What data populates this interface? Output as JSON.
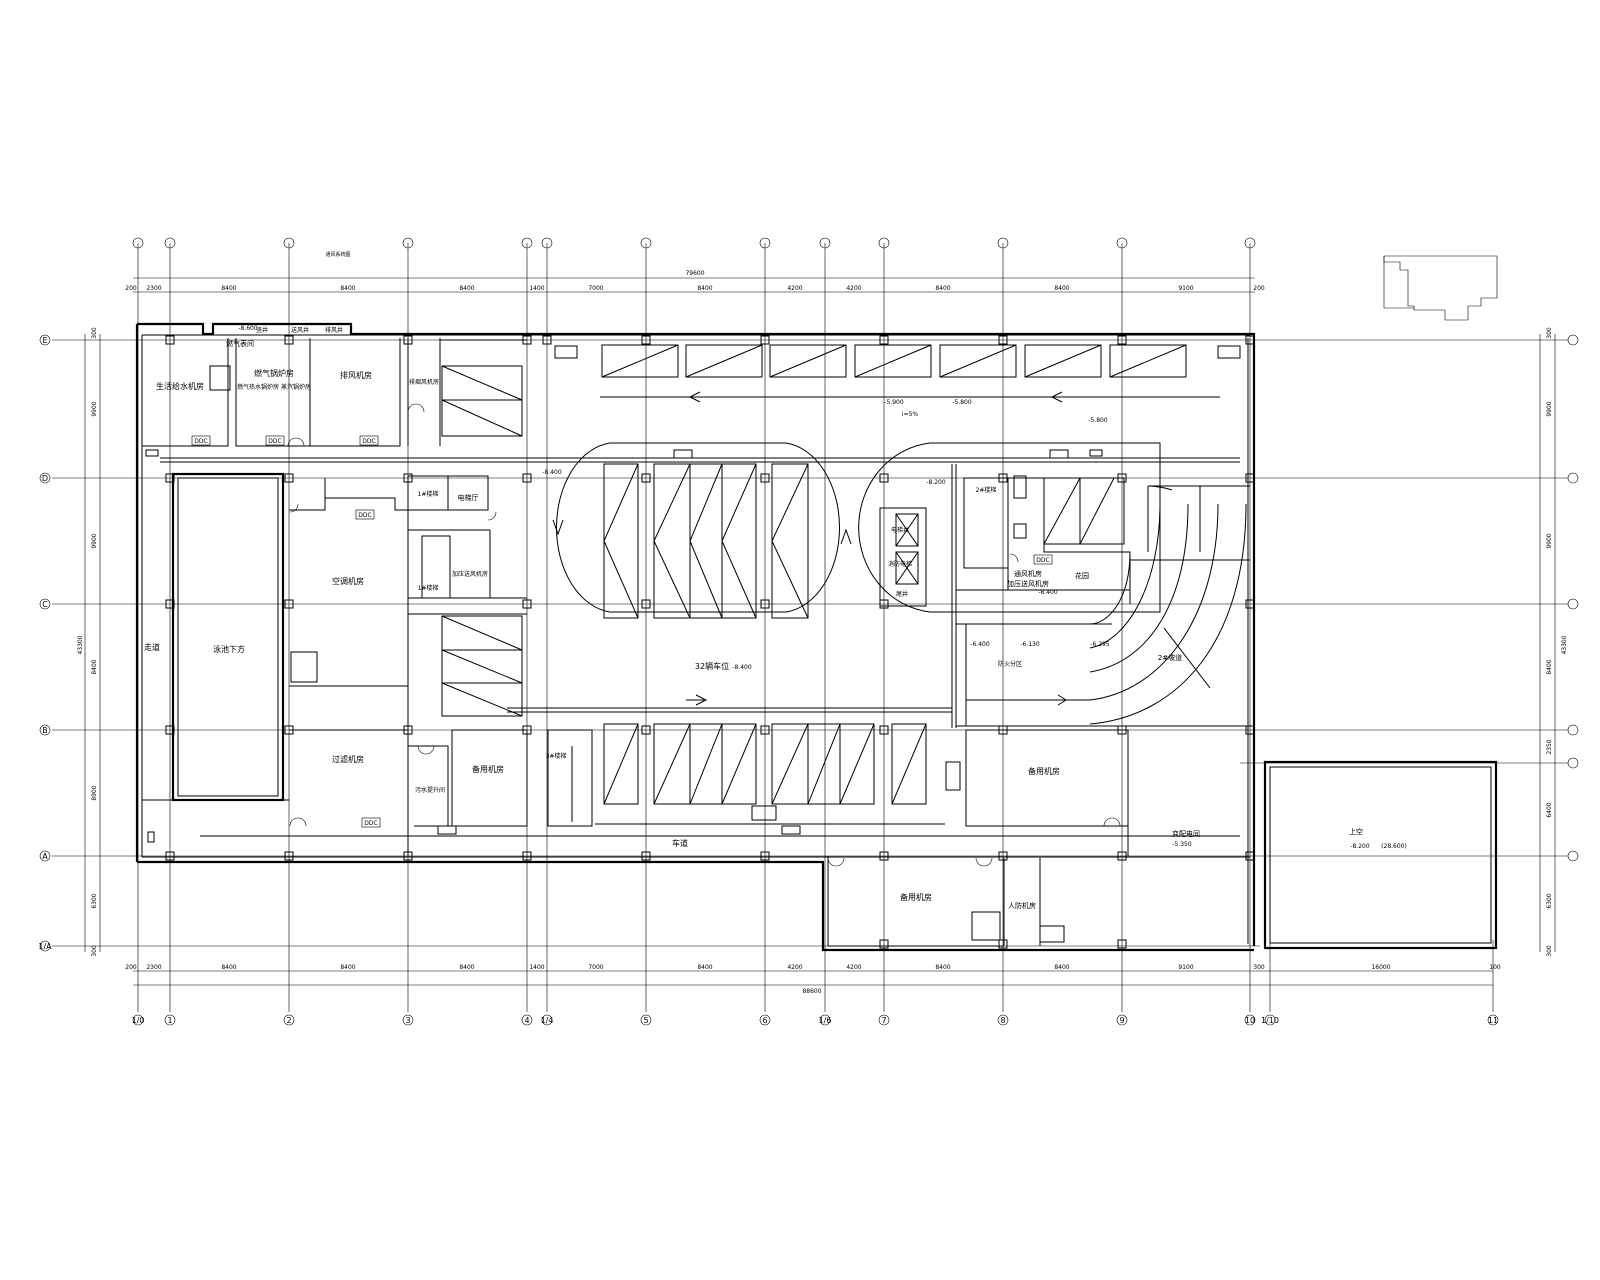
{
  "rooms": {
    "r_life_water": "生活给水机房",
    "r_gas_boiler": "燃气锅炉房",
    "r_boiler_note": "燃气热水锅炉房 蒸汽锅炉房",
    "r_supply_fan": "排风机房",
    "r_smoke_ext": "排烟风机房",
    "r_gas_meter": "燃气表间",
    "r_pool_below": "泳池下方",
    "r_ac_room": "空调机房",
    "r_filter_room": "过滤机房",
    "r_stair1": "1#楼梯",
    "r_elev_hall": "电梯厅",
    "r_stair1b": "1#楼梯",
    "r_smoke_room": "加压送风机房",
    "r_sewage": "污水提升间",
    "r_spare1": "备用机房",
    "r_stair3": "3#楼梯",
    "r_parking": "32辆车位",
    "r_lane": "车道",
    "r_stair2": "2#楼梯",
    "r_elev_shaft": "电梯井",
    "r_fire_elev": "消防电梯",
    "r_vent_room": "通风机房",
    "r_vent_room2": "加压送风机房",
    "r_garden": "花园",
    "r_ramp2": "2#坡道",
    "r_fire_lane": "防火分区",
    "r_spare2": "备用机房",
    "r_spare3": "备用机房",
    "r_transformer": "变配电间",
    "r_civil_def": "人防机房",
    "r_tailwell": "尾井",
    "r_corridor": "走道",
    "r_vert_shaft": "竖井",
    "r_fan_top": "送风井",
    "r_exh_top": "排风井",
    "r_gas_top": "燃气表间",
    "r_dim_upper": "通风系统图",
    "r_void": "上空"
  },
  "elevations": {
    "e1": "-8.600",
    "e2": "-5.900",
    "e3": "-5.800",
    "e4": "-5.800",
    "e5": "-8.200",
    "e6": "-8.400",
    "e7": "-6.400",
    "e8": "-6.130",
    "e9": "-6.295",
    "e10": "-8.400",
    "e11": "-5.350",
    "e12": "-8.200",
    "e13": "(28.600)",
    "slope": "i=5%",
    "e14": "-8.400"
  },
  "labels": {
    "ddc": "DDC"
  },
  "dims": {
    "total_top": "79600",
    "total_bottom": "88600",
    "total_left": "43300",
    "total_right": "43300",
    "spans_h": [
      "200",
      "2300",
      "8400",
      "8400",
      "8400",
      "1400",
      "7000",
      "8400",
      "4200",
      "4200",
      "8400",
      "8400",
      "9100",
      "200"
    ],
    "span_right_extra": [
      "300",
      "16000",
      "100"
    ],
    "spans_v": [
      "300",
      "9900",
      "9900",
      "8400",
      "8900",
      "6300",
      "300"
    ],
    "spans_v_right": [
      "300",
      "9900",
      "9900",
      "8400",
      "2350",
      "6400",
      "6300",
      "300"
    ]
  },
  "axes": {
    "x": [
      "1/0",
      "1",
      "2",
      "3",
      "4",
      "1/4",
      "5",
      "6",
      "1/6",
      "7",
      "8",
      "9",
      "10",
      "1/10",
      "11"
    ],
    "y": [
      "E",
      "D",
      "C",
      "B",
      "A",
      "1/A"
    ]
  }
}
